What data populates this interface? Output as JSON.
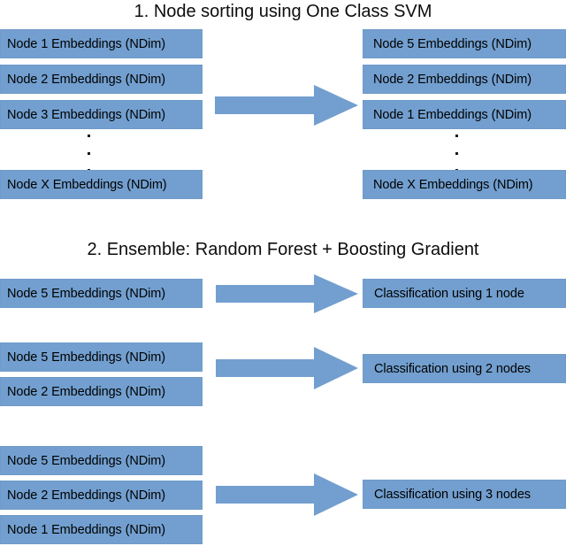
{
  "sections": [
    {
      "title": "1. Node sorting using One Class SVM",
      "left_boxes": [
        "Node 1 Embeddings (NDim)",
        "Node 2 Embeddings (NDim)",
        "Node 3 Embeddings (NDim)",
        "Node X Embeddings (NDim)"
      ],
      "right_boxes": [
        "Node 5 Embeddings (NDim)",
        "Node 2 Embeddings (NDim)",
        "Node 1 Embeddings (NDim)",
        "Node X Embeddings (NDim)"
      ],
      "ellipsis": "vertical-ellipsis"
    },
    {
      "title": "2. Ensemble: Random Forest + Boosting Gradient",
      "groups": [
        {
          "inputs": [
            "Node 5 Embeddings (NDim)"
          ],
          "output": "Classification using 1 node"
        },
        {
          "inputs": [
            "Node 5 Embeddings (NDim)",
            "Node 2 Embeddings (NDim)"
          ],
          "output": "Classification using 2 nodes"
        },
        {
          "inputs": [
            "Node 5 Embeddings (NDim)",
            "Node 2 Embeddings (NDim)",
            "Node 1 Embeddings (NDim)"
          ],
          "output": "Classification using 3 nodes"
        }
      ]
    }
  ],
  "colors": {
    "box_fill": "#729FCF",
    "box_stroke": "#6F9BC9",
    "arrow_fill": "#729FCF",
    "text": "#000000",
    "background": "#FFFFFF"
  },
  "icons": {
    "arrow": "right-arrow-icon",
    "ellipsis": "vertical-ellipsis-icon"
  }
}
